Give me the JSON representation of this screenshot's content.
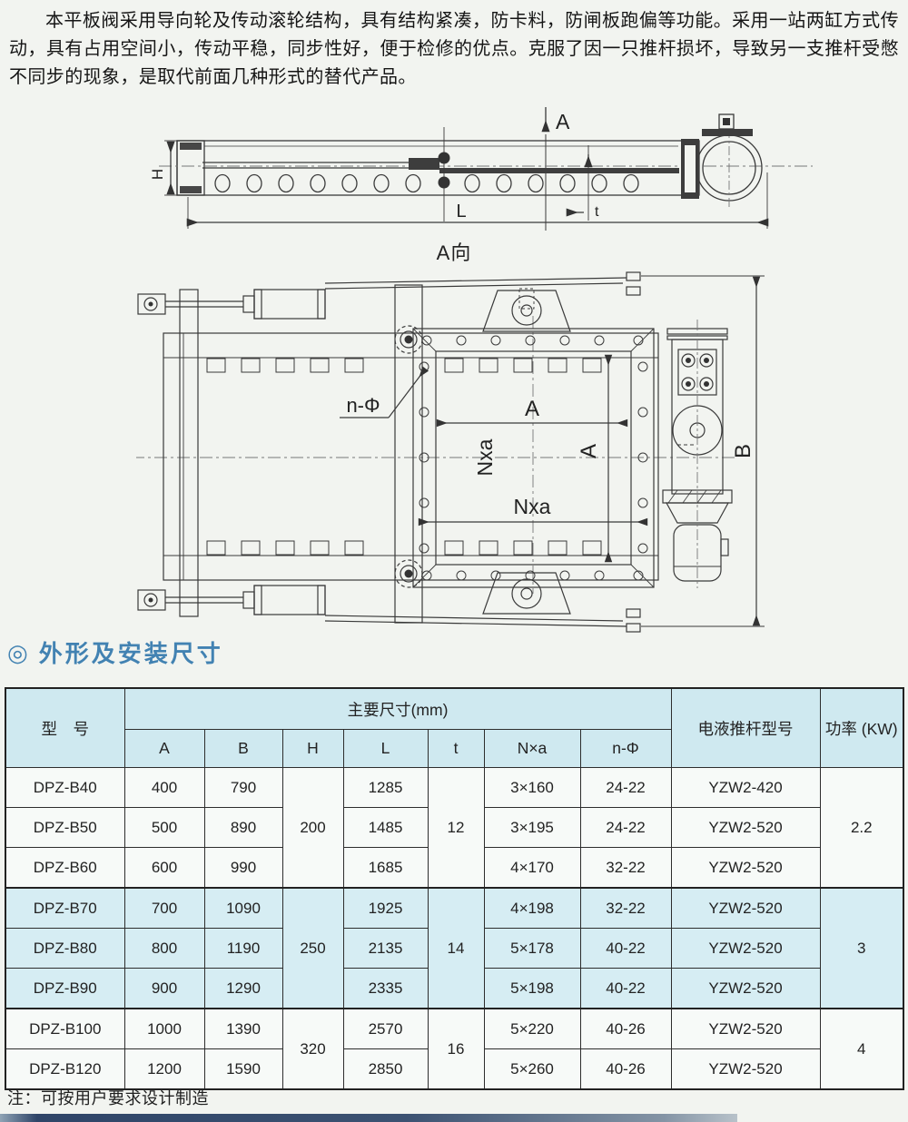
{
  "intro": "本平板阀采用导向轮及传动滚轮结构，具有结构紧凑，防卡料，防闸板跑偏等功能。采用一站两缸方式传动，具有占用空间小，传动平稳，同步性好，便于检修的优点。克服了因一只推杆损坏，导致另一支推杆受憋不同步的现象，是取代前面几种形式的替代产品。",
  "drawings": {
    "side": {
      "section_a": "A",
      "h": "H",
      "l": "L",
      "t": "t",
      "caption": "A向"
    },
    "front": {
      "n_phi": "n-Φ",
      "a_h": "A",
      "nxa_v": "Nxa",
      "a_v": "A",
      "nxa_h": "Nxa",
      "b": "B"
    }
  },
  "section": {
    "marker": "◎",
    "title": "外形及安装尺寸"
  },
  "table": {
    "headers": {
      "model": "型　号",
      "group": "主要尺寸(mm)",
      "actuator": "电液推杆型号",
      "power": "功率 (KW)"
    },
    "dim_headers": [
      "A",
      "B",
      "H",
      "L",
      "t",
      "N×a",
      "n-Φ"
    ],
    "rows": [
      {
        "model": "DPZ-B40",
        "a": "400",
        "b": "790",
        "l": "1285",
        "nxa": "3×160",
        "n_phi": "24-22",
        "actuator": "YZW2-420"
      },
      {
        "model": "DPZ-B50",
        "a": "500",
        "b": "890",
        "l": "1485",
        "nxa": "3×195",
        "n_phi": "24-22",
        "actuator": "YZW2-520"
      },
      {
        "model": "DPZ-B60",
        "a": "600",
        "b": "990",
        "l": "1685",
        "nxa": "4×170",
        "n_phi": "32-22",
        "actuator": "YZW2-520"
      },
      {
        "model": "DPZ-B70",
        "a": "700",
        "b": "1090",
        "l": "1925",
        "nxa": "4×198",
        "n_phi": "32-22",
        "actuator": "YZW2-520"
      },
      {
        "model": "DPZ-B80",
        "a": "800",
        "b": "1190",
        "l": "2135",
        "nxa": "5×178",
        "n_phi": "40-22",
        "actuator": "YZW2-520"
      },
      {
        "model": "DPZ-B90",
        "a": "900",
        "b": "1290",
        "l": "2335",
        "nxa": "5×198",
        "n_phi": "40-22",
        "actuator": "YZW2-520"
      },
      {
        "model": "DPZ-B100",
        "a": "1000",
        "b": "1390",
        "l": "2570",
        "nxa": "5×220",
        "n_phi": "40-26",
        "actuator": "YZW2-520"
      },
      {
        "model": "DPZ-B120",
        "a": "1200",
        "b": "1590",
        "l": "2850",
        "nxa": "5×260",
        "n_phi": "40-26",
        "actuator": "YZW2-520"
      }
    ],
    "merged": {
      "h": [
        "200",
        "250",
        "320"
      ],
      "t": [
        "12",
        "14",
        "16"
      ],
      "power": [
        "2.2",
        "3",
        "4"
      ]
    },
    "note": "注：可按用户要求设计制造"
  },
  "colors": {
    "accent_blue": "#4282b2",
    "table_header_bg": "#cfe9f0",
    "row_highlight_bg": "#d6edf3",
    "bar_dark": "#33476b",
    "bar_light": "#aab6c0"
  }
}
